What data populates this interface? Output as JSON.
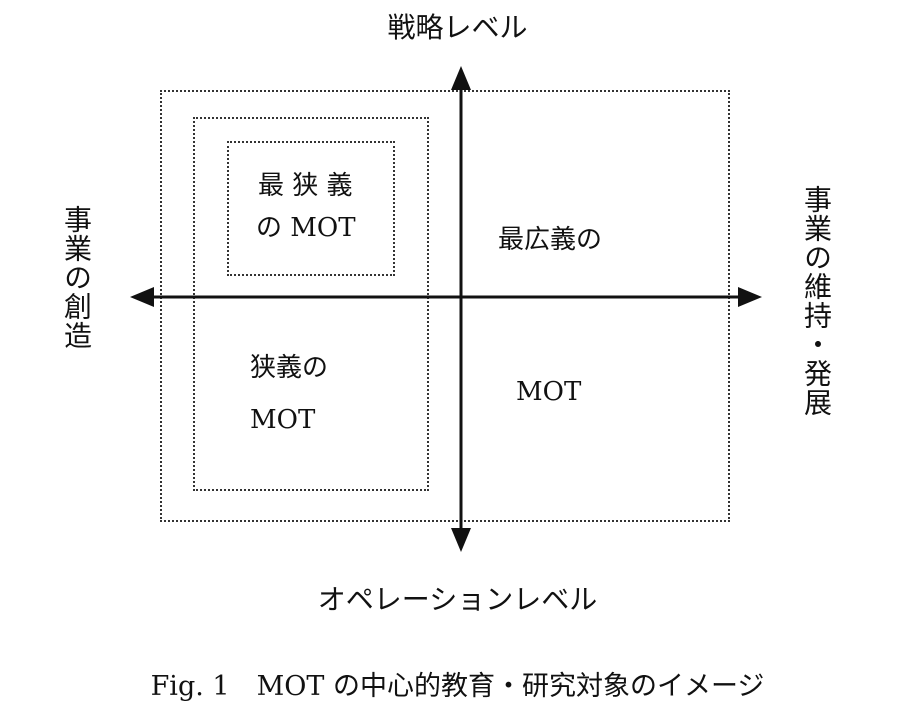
{
  "axes": {
    "top": "戦略レベル",
    "bottom": "オペレーションレベル",
    "left": "事業の創造",
    "right": "事業の維持・発展"
  },
  "regions": {
    "narrowest": {
      "line1": "最 狭 義",
      "line2": "の MOT"
    },
    "narrow": {
      "line1": "狭義の",
      "line2": "MOT"
    },
    "broadest": {
      "line1": "最広義の",
      "line2": "MOT"
    }
  },
  "caption": "Fig. 1　MOT の中心的教育・研究対象のイメージ"
}
